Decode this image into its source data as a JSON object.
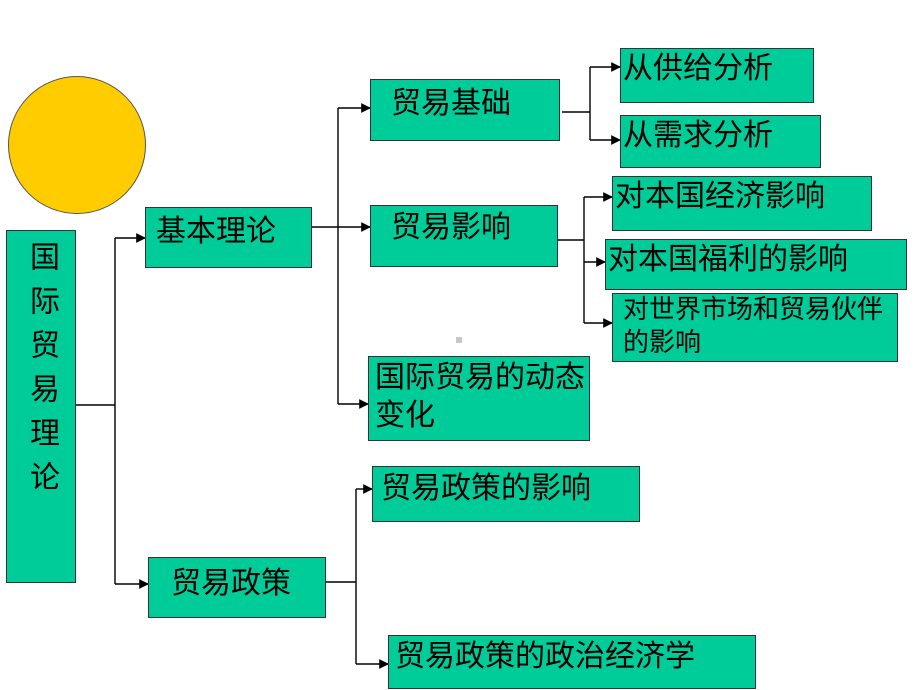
{
  "root": {
    "label": "国际贸易理论"
  },
  "level1": {
    "basic": "基本理论",
    "policy": "贸易政策"
  },
  "level2": {
    "basis": "贸易基础",
    "impact": "贸易影响",
    "dynamic": "国际贸易的动态变化",
    "policy_impact": "贸易政策的影响",
    "political_economy": "贸易政策的政治经济学"
  },
  "level3": {
    "supply": "从供给分析",
    "demand": "从需求分析",
    "domestic_economy": "对本国经济影响",
    "domestic_welfare": "对本国福利的影响",
    "world_market": "对世界市场和贸易伙伴的影响"
  },
  "colors": {
    "box_fill": "#00cc99",
    "circle_fill": "#ffcc00",
    "line": "#000000"
  }
}
